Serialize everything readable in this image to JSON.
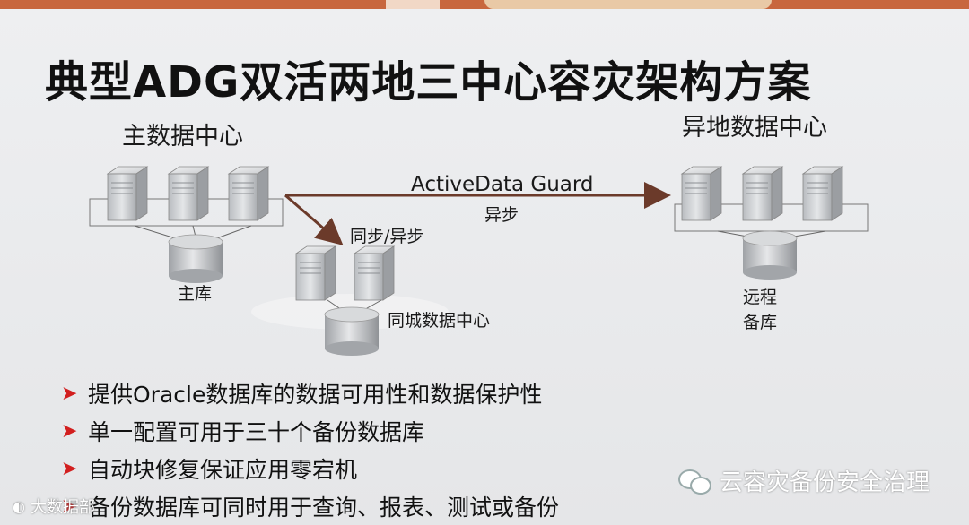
{
  "title": "典型ADG双活两地三中心容灾架构方案",
  "diagram": {
    "primary_center": "主数据中心",
    "remote_center": "异地数据中心",
    "adg": "ActiveData Guard",
    "async": "异步",
    "sync_async": "同步/异步",
    "primary_db": "主库",
    "same_city_center": "同城数据中心",
    "remote_db_line1": "远程",
    "remote_db_line2": "备库"
  },
  "bullets": [
    "提供Oracle数据库的数据可用性和数据保护性",
    "单一配置可用于三十个备份数据库",
    "自动块修复保证应用零宕机",
    "备份数据库可同时用于查询、报表、测试或备份"
  ],
  "watermark": "云容灾备份安全治理",
  "bottom_logo": "大数据部",
  "colors": {
    "accent": "#c8673e",
    "bullet_arrow": "#d21f1f",
    "link_arrow": "#6b3a2a"
  }
}
